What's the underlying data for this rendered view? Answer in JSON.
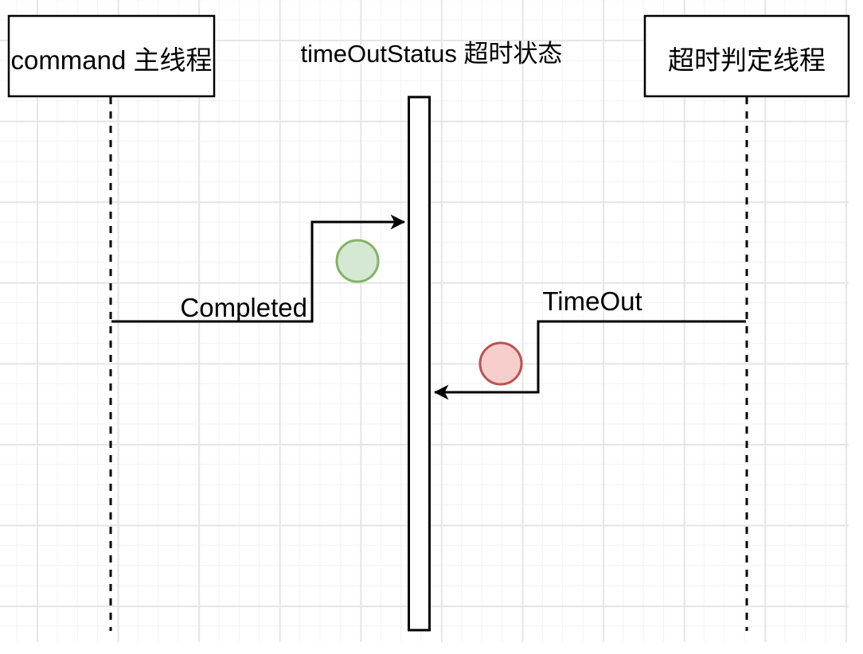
{
  "diagram": {
    "title": "timeOutStatus 超时状态",
    "actors": [
      {
        "label": "command 主线程"
      },
      {
        "label": "超时判定线程"
      }
    ],
    "messages": [
      {
        "label": "Completed",
        "from": "command 主线程",
        "to": "timeOutStatus 超时状态",
        "direction": "left-to-center",
        "marker": "green-circle"
      },
      {
        "label": "TimeOut",
        "from": "超时判定线程",
        "to": "timeOutStatus 超时状态",
        "direction": "right-to-center",
        "marker": "red-circle"
      }
    ],
    "colors": {
      "line": "#000000",
      "shape_fill": "#ffffff",
      "grid_minor": "#f3f3f3",
      "grid_major": "#e6e6e6",
      "green_marker_fill": "#d5e8d4",
      "green_marker_stroke": "#82b366",
      "red_marker_fill": "#f8cecc",
      "red_marker_stroke": "#b85450"
    }
  }
}
